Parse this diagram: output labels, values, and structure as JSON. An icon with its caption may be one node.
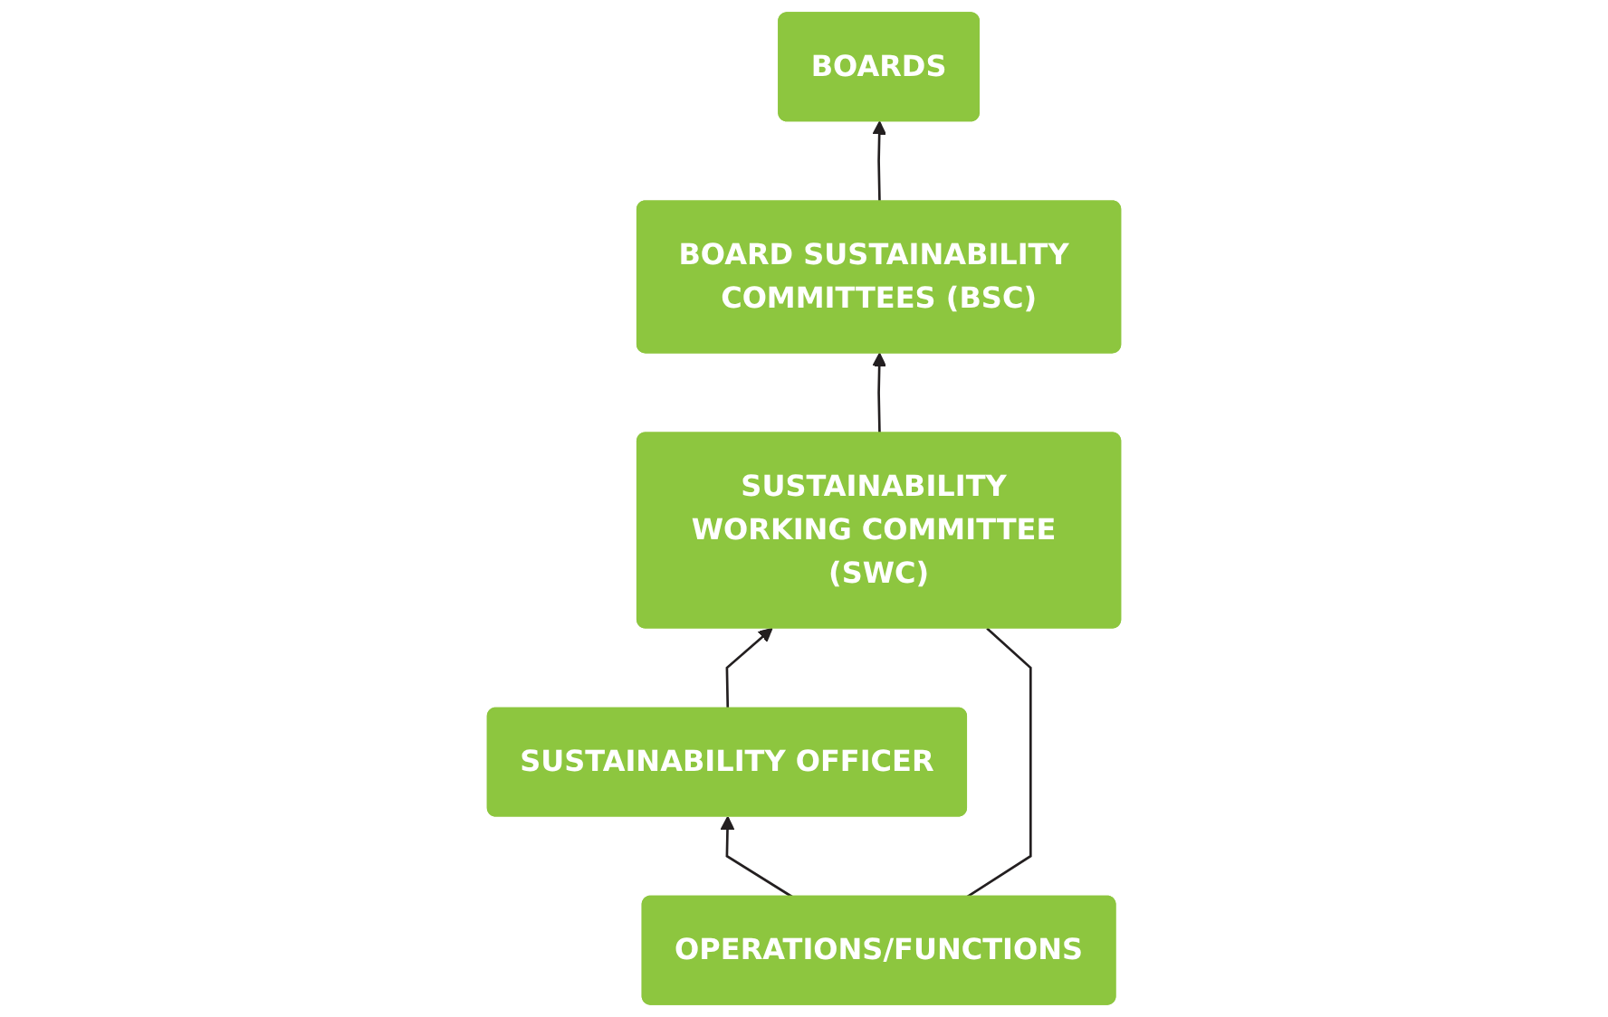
{
  "diagram": {
    "nodes": [
      {
        "text": [
          "BOARDS"
        ]
      },
      {
        "text": [
          "BOARD SUSTAINABILITY COMMITTEES (BSC)"
        ]
      },
      {
        "text": [
          "SUSTAINABILITY WORKING COMMITTEE (SWC)"
        ]
      },
      {
        "text": [
          "SUSTAINABILITY OFFICER"
        ]
      },
      {
        "text": [
          "OPERATIONS/FUNCTIONS"
        ]
      }
    ],
    "edges": [
      {
        "from": 1,
        "to": 0,
        "arrow": "to"
      },
      {
        "from": 2,
        "to": 1,
        "arrow": "to"
      },
      {
        "from": 3,
        "to": 2,
        "arrow": "to"
      },
      {
        "from": 4,
        "to": 2,
        "arrow": "none"
      },
      {
        "from": 4,
        "to": 3,
        "arrow": "to"
      }
    ]
  }
}
